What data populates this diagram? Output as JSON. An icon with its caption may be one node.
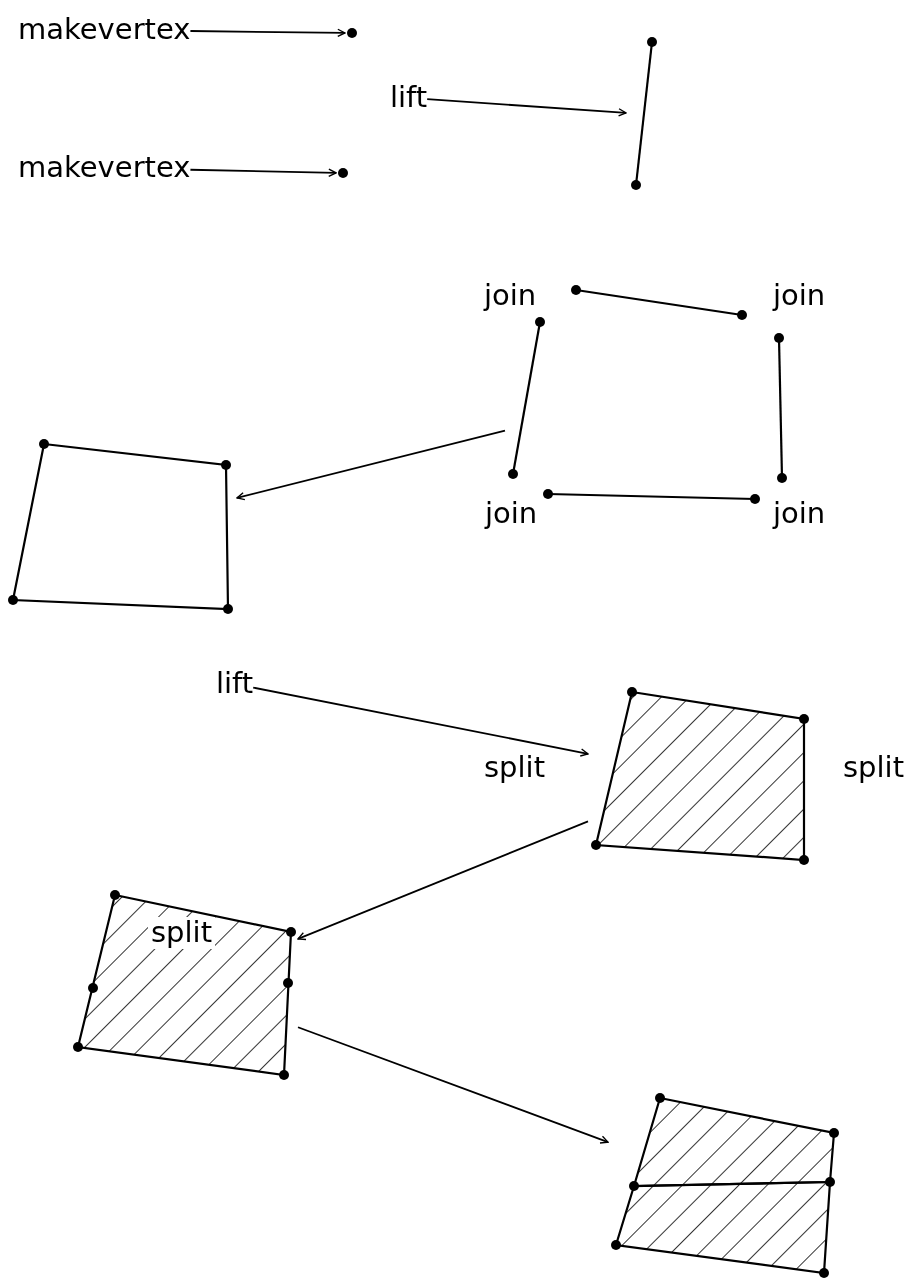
{
  "diagram": {
    "nodes": [
      {
        "text": [
          "makevertex"
        ]
      },
      {
        "text": [],
        "shape": "circle"
      },
      {
        "text": [
          "makevertex"
        ]
      },
      {
        "text": [],
        "shape": "circle"
      },
      {
        "text": [
          "lift"
        ]
      },
      {
        "text": [],
        "shape": "line"
      },
      {
        "text": [],
        "shape": "picture"
      },
      {
        "text": [],
        "shape": "picture"
      },
      {
        "text": [
          "lift"
        ]
      },
      {
        "text": [],
        "shape": "picture",
        "beside": [
          "split",
          "split"
        ]
      },
      {
        "text": [
          "split"
        ]
      },
      {
        "text": [],
        "shape": "picture"
      }
    ],
    "edges": [
      {
        "from": 0,
        "to": 1,
        "arrow": "to"
      },
      {
        "from": 2,
        "to": 3,
        "arrow": "to"
      },
      {
        "from": 4,
        "to": 5,
        "arrow": "to"
      },
      {
        "from": 6,
        "to": 7,
        "arrow": "to"
      },
      {
        "from": 8,
        "to": 9,
        "arrow": "to"
      },
      {
        "from": 9,
        "to": 10,
        "arrow": "to"
      },
      {
        "from": 10,
        "to": 11,
        "arrow": "to"
      }
    ],
    "labels": [
      "join",
      "join",
      "join",
      "join"
    ]
  }
}
